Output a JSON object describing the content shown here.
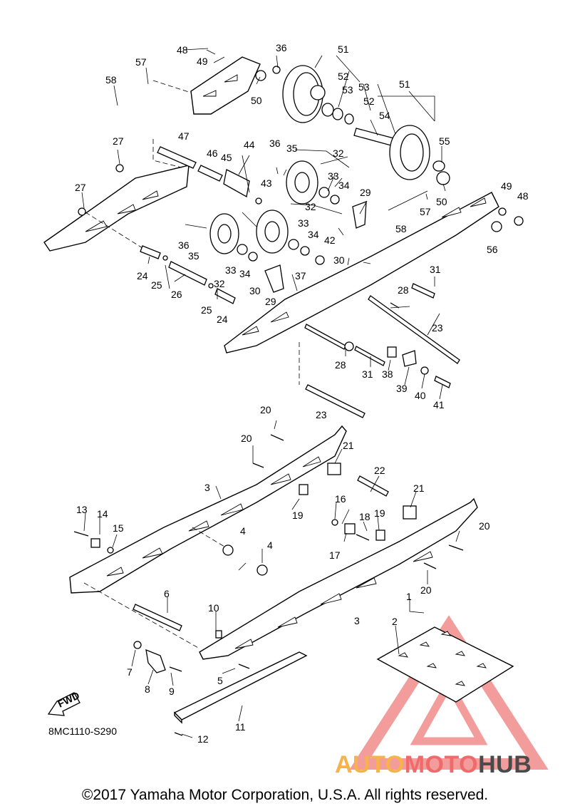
{
  "diagram_code": "8MC1110-S290",
  "copyright": "©2017 Yamaha Motor Corporation, U.S.A. All rights reserved.",
  "watermark": {
    "part1": "AUTO",
    "part2": "MOTO",
    "part3": "HUB"
  },
  "fwd_label": "FWD",
  "callouts": [
    "1",
    "2",
    "3",
    "3",
    "4",
    "4",
    "5",
    "6",
    "7",
    "8",
    "9",
    "10",
    "11",
    "12",
    "13",
    "14",
    "15",
    "16",
    "17",
    "18",
    "19",
    "19",
    "20",
    "20",
    "20",
    "20",
    "21",
    "21",
    "22",
    "23",
    "23",
    "24",
    "24",
    "25",
    "25",
    "26",
    "27",
    "27",
    "28",
    "28",
    "29",
    "29",
    "30",
    "30",
    "31",
    "31",
    "32",
    "32",
    "32",
    "33",
    "33",
    "33",
    "34",
    "34",
    "34",
    "35",
    "35",
    "36",
    "36",
    "36",
    "37",
    "38",
    "39",
    "40",
    "41",
    "42",
    "43",
    "44",
    "45",
    "46",
    "47",
    "48",
    "48",
    "49",
    "49",
    "50",
    "50",
    "51",
    "51",
    "52",
    "52",
    "53",
    "53",
    "54",
    "55",
    "56",
    "57",
    "57",
    "58",
    "58"
  ],
  "colors": {
    "line": "#000000",
    "watermark_triangle": "#ef7b7b",
    "logo_orange": "#f6b24c",
    "logo_red": "#ef6b6b",
    "logo_gray": "#4a4a4a"
  }
}
